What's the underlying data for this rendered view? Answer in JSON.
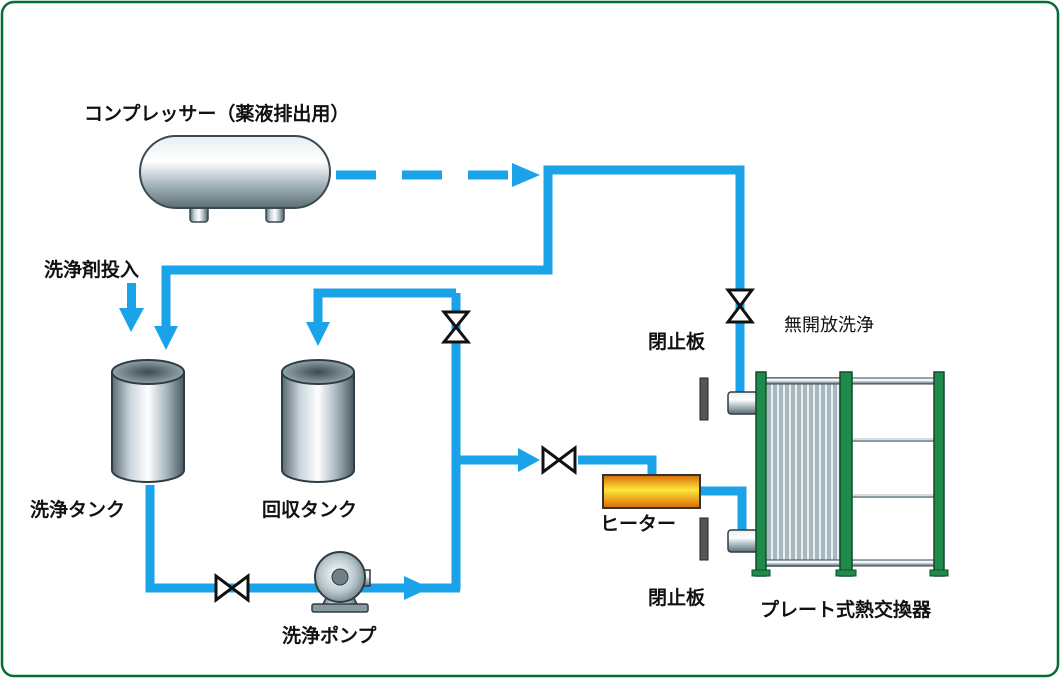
{
  "labels": {
    "compressor": "コンプレッサー（薬液排出用）",
    "detergent_input": "洗浄剤投入",
    "cleaning_tank": "洗浄タンク",
    "recovery_tank": "回収タンク",
    "cleaning_pump": "洗浄ポンプ",
    "heater": "ヒーター",
    "blind_plate_top": "閉止板",
    "blind_plate_bottom": "閉止板",
    "cip": "無開放洗浄",
    "heat_exchanger": "プレート式熱交換器"
  },
  "colors": {
    "pipe": "#1aa3e8",
    "frame_border": "#0a6b3a",
    "hx_frame": "#1f8a4c"
  }
}
